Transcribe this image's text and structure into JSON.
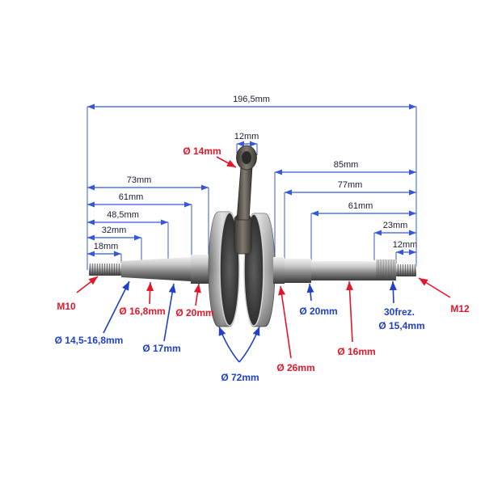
{
  "colors": {
    "background": "#ffffff",
    "dimension_line": "#3558d6",
    "dimension_text": "#1c1c34",
    "callout_red": "#e3172b",
    "callout_blue": "#1f40c8"
  },
  "dimensions": {
    "overall_length": "196,5mm",
    "small_end_width": "12mm",
    "left_side": [
      "73mm",
      "61mm",
      "48,5mm",
      "32mm",
      "18mm"
    ],
    "right_side": [
      "85mm",
      "77mm",
      "61mm",
      "23mm",
      "12mm"
    ]
  },
  "callouts": {
    "small_end_bore": "Ø 14mm",
    "left_thread": "M10",
    "left_shaft_diameter_a": "Ø 16,8mm",
    "left_journal_diameter": "Ø 20mm",
    "left_taper_diameter": "Ø 14,5-16,8mm",
    "left_shaft_diameter_b": "Ø 17mm",
    "flywheel_diameter": "Ø 72mm",
    "right_seal_diameter": "Ø 26mm",
    "right_journal_diameter": "Ø 20mm",
    "right_shaft_diameter": "Ø 16mm",
    "spline_teeth": "30frez.",
    "spline_diameter": "Ø 15,4mm",
    "right_thread": "M12"
  }
}
